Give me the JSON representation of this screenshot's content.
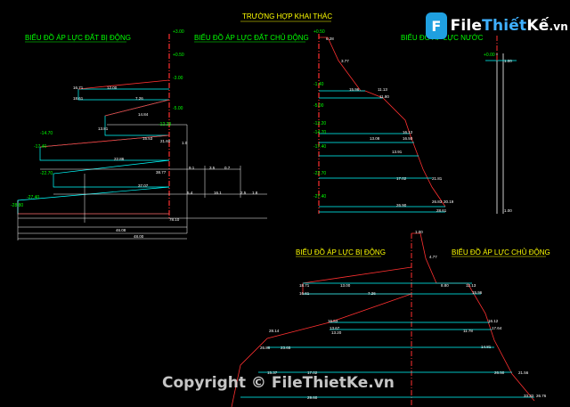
{
  "title": "TRƯỜNG HỢP KHAI THÁC",
  "diagrams": {
    "passive_top": "BIỂU ĐỒ ÁP LỰC ĐẤT BỊ ĐỘNG",
    "active_top": "BIỂU ĐỒ ÁP LỰC ĐẤT CHỦ ĐỘNG",
    "water_top": "BIỂU ĐỒ ÁP LỰC NƯỚC",
    "passive_bottom": "BIỂU ĐỒ ÁP LỰC BỊ ĐỘNG",
    "active_bottom": "BIỂU ĐỒ ÁP LỰC CHỦ ĐỘNG"
  },
  "logo": {
    "icon": "file-icon",
    "part1": "File",
    "part2": "Thiết",
    "part3": "Kế",
    "suffix": ".vn"
  },
  "watermark": "Copyright © FileThietKe.vn",
  "elevations_left": [
    "+3.00",
    "+0.50",
    "-3.00",
    "-5.00",
    "-12.20",
    "-14.70",
    "-17.40",
    "-22.70",
    "-27.40",
    "-28.80"
  ],
  "elevations_mid": [
    "+0.50",
    "-1.40",
    "-5.00",
    "-12.20",
    "-14.70",
    "-17.40",
    "-22.70",
    "-27.40"
  ],
  "water_labels": [
    "+0.00",
    "1.00",
    "1.00"
  ],
  "values_left": [
    "16.71",
    "12.00",
    "18.61",
    "7.26",
    "14.84",
    "13.81",
    "15.53",
    "21.60",
    "22.86",
    "38.77",
    "37.07",
    "78.10",
    "46.08",
    "48.00",
    "9.1",
    "3.5",
    "5.4",
    "16.1",
    "2.5",
    "1.8",
    "0.7",
    "1.0"
  ],
  "values_mid": [
    "6.28",
    "3.77",
    "15.96",
    "11.13",
    "11.80",
    "16.12",
    "16.50",
    "13.08",
    "13.91",
    "17.02",
    "21.81",
    "26.90",
    "26.83",
    "30.19",
    "28.61"
  ],
  "values_bottom": [
    "1.00",
    "4.77",
    "13.00",
    "18.71",
    "16.61",
    "7.26",
    "8.80",
    "12.13",
    "15.96",
    "16.53",
    "16.12",
    "13.67",
    "17.64",
    "11.78",
    "28.14",
    "13.20",
    "14.81",
    "26.86",
    "23.65",
    "17.02",
    "26.50",
    "21.56",
    "15.37",
    "33.32",
    "26.76",
    "29.60"
  ]
}
